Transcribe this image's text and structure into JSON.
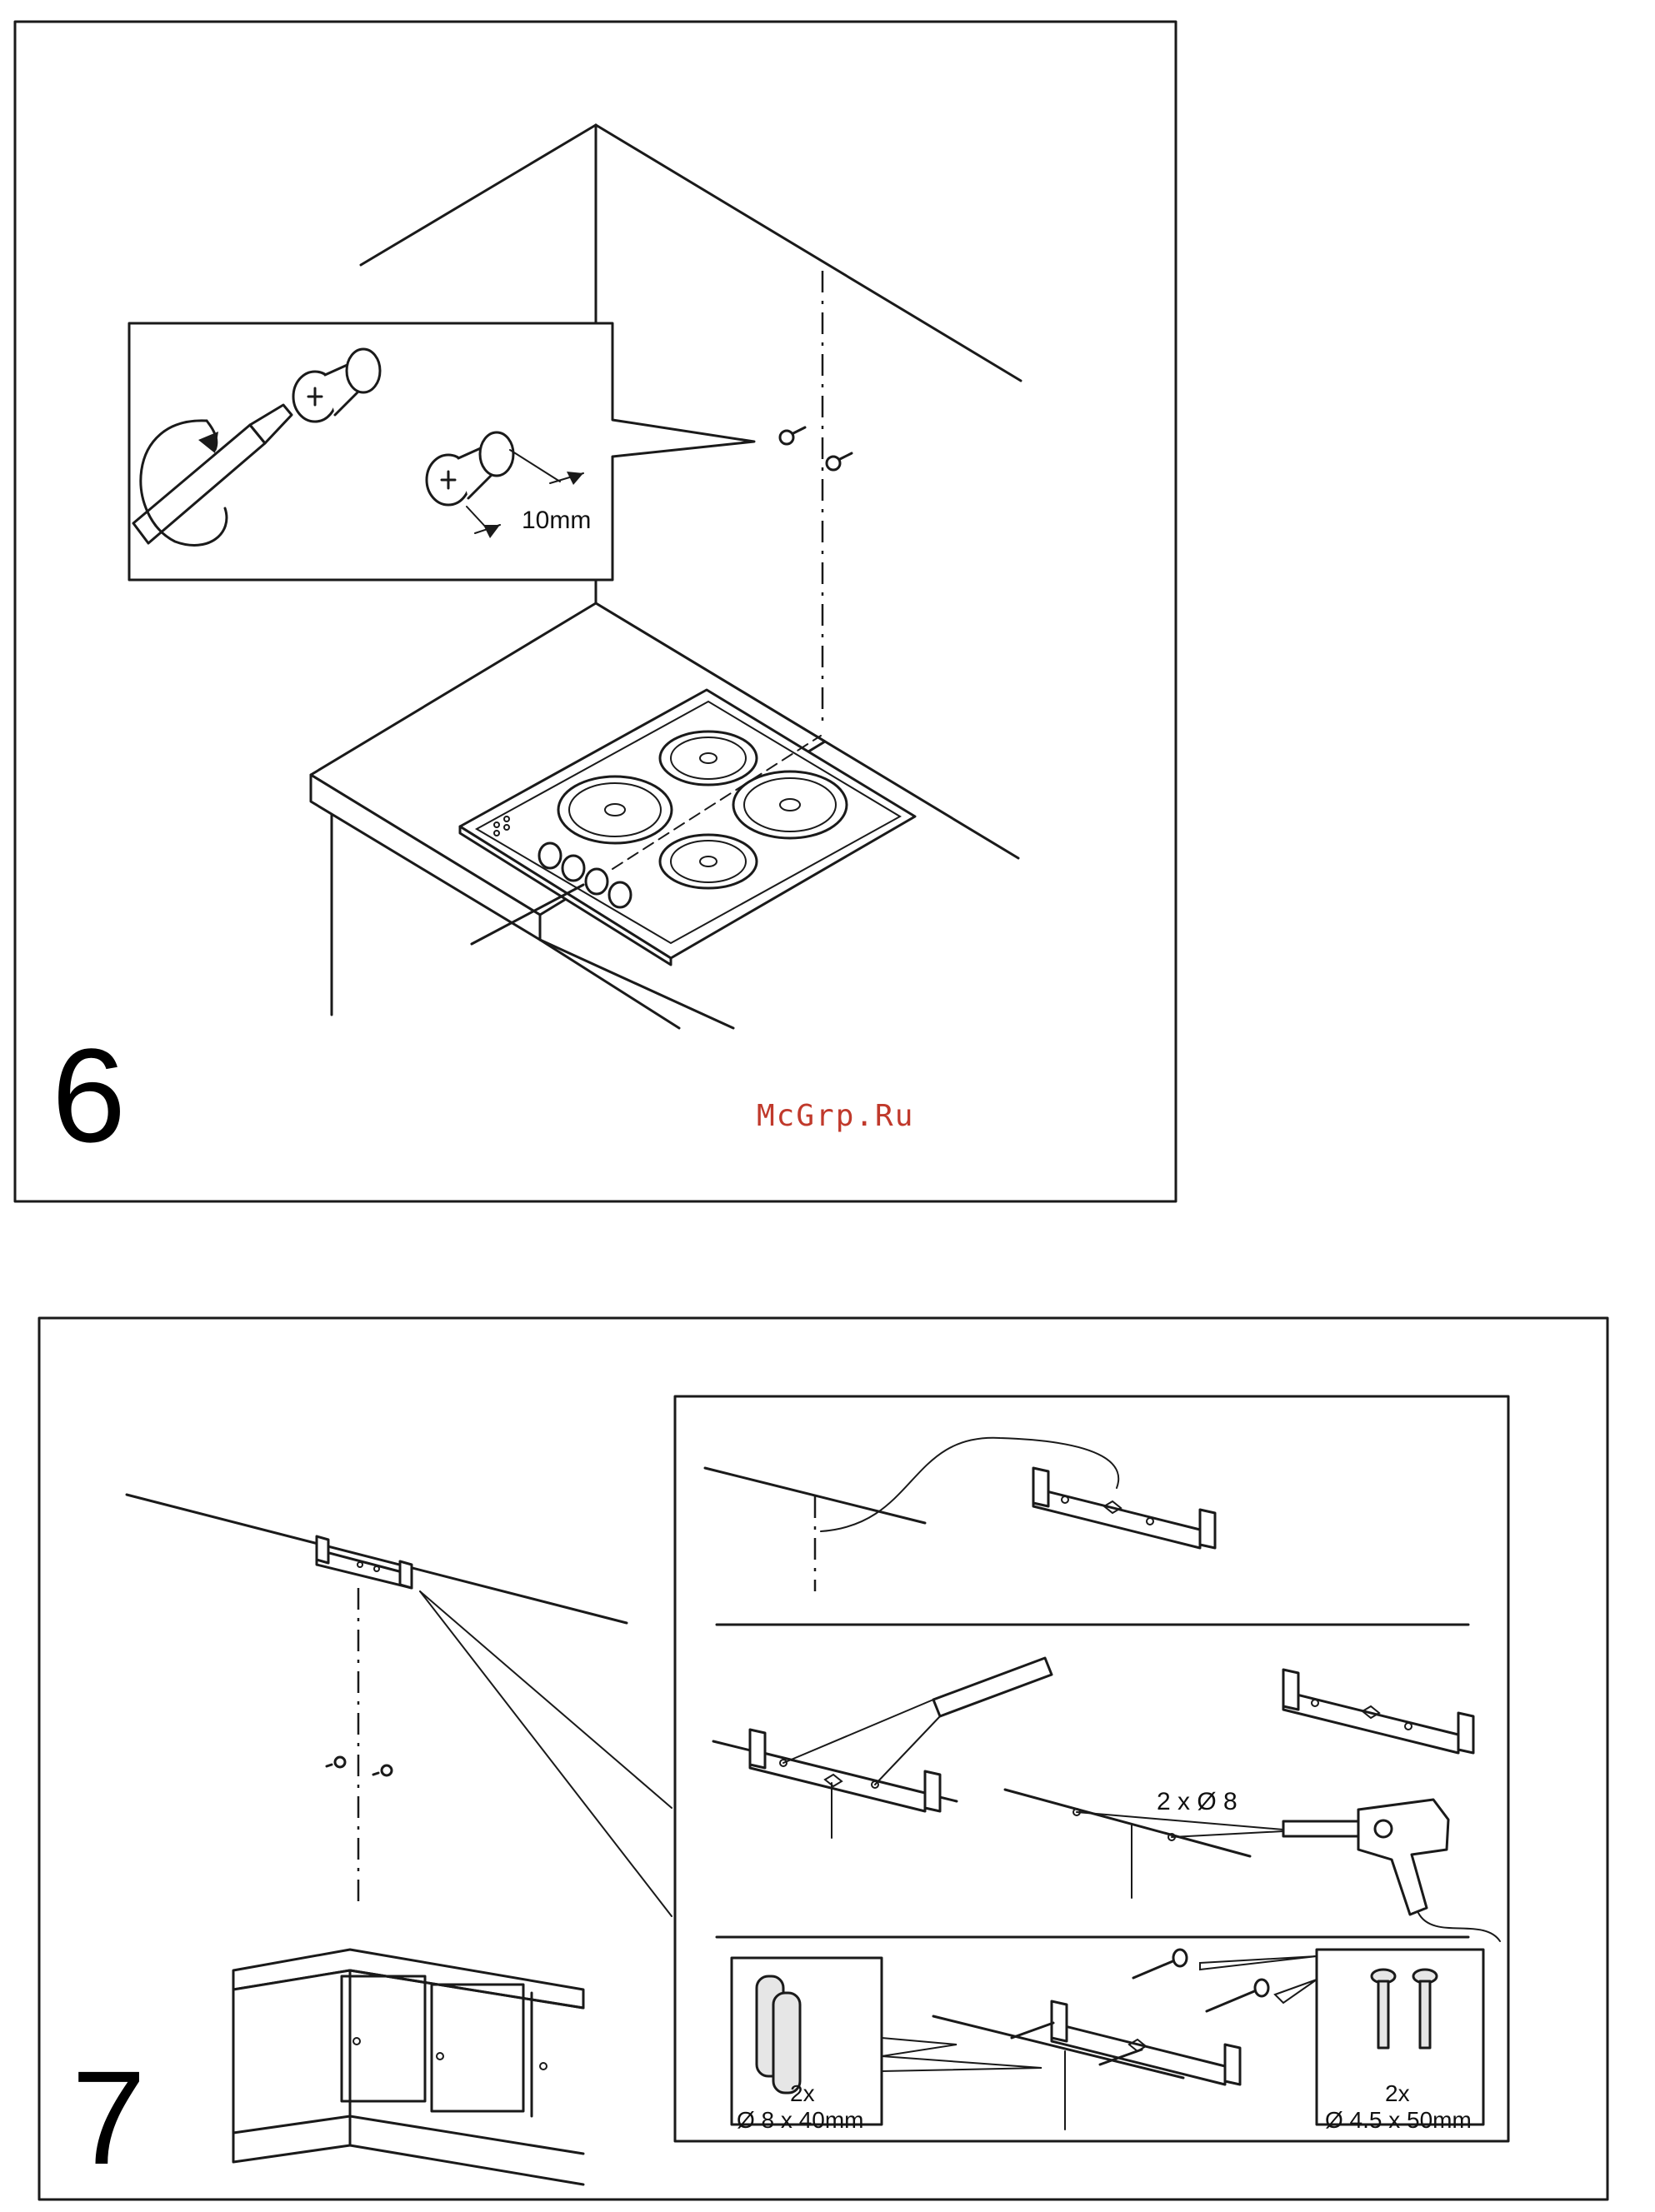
{
  "step6": {
    "number": "6",
    "dimension_label": "10mm"
  },
  "step7": {
    "number": "7",
    "drill_label": "2 x Ø 8",
    "plugs_count": "2x",
    "plugs_size": "Ø 8 x 40mm",
    "screws_count": "2x",
    "screws_size": "Ø 4.5 x 50mm"
  },
  "watermark": "McGrp.Ru"
}
